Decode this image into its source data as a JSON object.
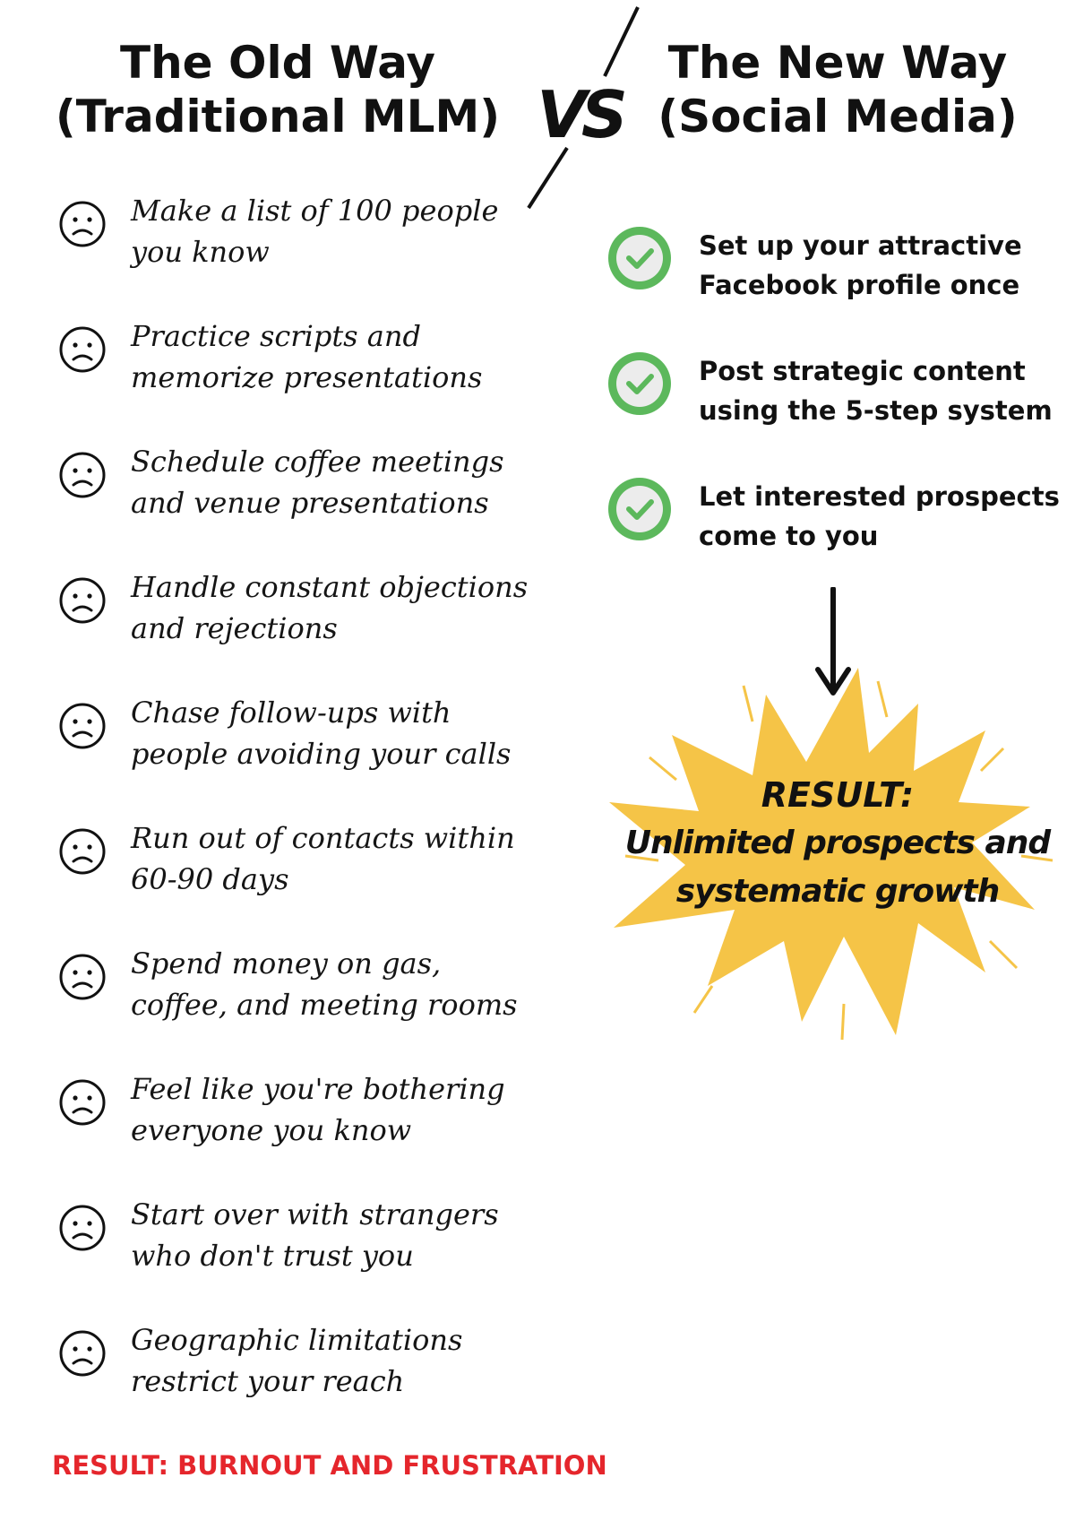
{
  "headings": {
    "old_line1": "The Old Way",
    "old_line2": "(Traditional MLM)",
    "vs": "VS",
    "new_line1": "The New Way",
    "new_line2": "(Social Media)"
  },
  "old_way": {
    "icon": "sad-face-icon",
    "items": [
      [
        "Make a list of 100 people",
        "you know"
      ],
      [
        "Practice scripts and",
        "memorize presentations"
      ],
      [
        "Schedule coffee meetings",
        "and venue presentations"
      ],
      [
        "Handle constant objections",
        "and rejections"
      ],
      [
        "Chase follow-ups with",
        "people avoiding your calls"
      ],
      [
        "Run out of contacts within",
        "60-90 days"
      ],
      [
        "Spend money on gas,",
        "coffee, and meeting rooms"
      ],
      [
        "Feel like you're bothering",
        "everyone you know"
      ],
      [
        "Start over with strangers",
        "who don't trust you"
      ],
      [
        "Geographic limitations",
        "restrict your reach"
      ]
    ],
    "result": "RESULT: BURNOUT AND FRUSTRATION"
  },
  "new_way": {
    "icon": "check-circle-icon",
    "items": [
      [
        "Set up your attractive",
        "Facebook profile once"
      ],
      [
        "Post strategic content",
        "using the 5-step system"
      ],
      [
        "Let interested prospects",
        "come to you"
      ]
    ],
    "result_label": "RESULT:",
    "result_line1": "Unlimited prospects and",
    "result_line2": "systematic growth"
  },
  "colors": {
    "text": "#111111",
    "red_result": "#e5262c",
    "check_outer": "#5cb85c",
    "check_inner": "#ececec",
    "burst": "#f5c447"
  }
}
